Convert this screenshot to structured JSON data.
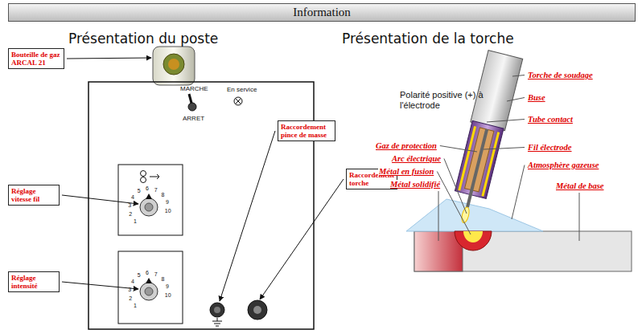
{
  "diagram": {
    "title": "Information",
    "nodes": [
      {
        "text": [
          "Bouteille de gaz ARCAL 21"
        ]
      },
      {
        "text": [
          "Réglage vitesse fil"
        ]
      },
      {
        "text": [
          "Réglage intensité"
        ]
      },
      {
        "text": [
          "Raccordement pince de masse"
        ]
      },
      {
        "text": [
          "Raccordement torche"
        ]
      }
    ],
    "labels": [
      "Présentation du poste",
      "Présentation de la torche",
      "MARCHE",
      "ARRET",
      "En service",
      "1",
      "2",
      "3",
      "4",
      "5",
      "6",
      "7",
      "8",
      "9",
      "10",
      "1",
      "2",
      "3",
      "4",
      "5",
      "6",
      "7",
      "8",
      "9",
      "10",
      "Polarité positive (+) à l'électrode",
      "Torche de soudage",
      "Buse",
      "Tube contact",
      "Gaz de protection",
      "Fil électrode",
      "Arc électrique",
      "Atmosphère gazeuse",
      "Métal en fusion",
      "Métal de base",
      "Métal solidifié"
    ]
  }
}
